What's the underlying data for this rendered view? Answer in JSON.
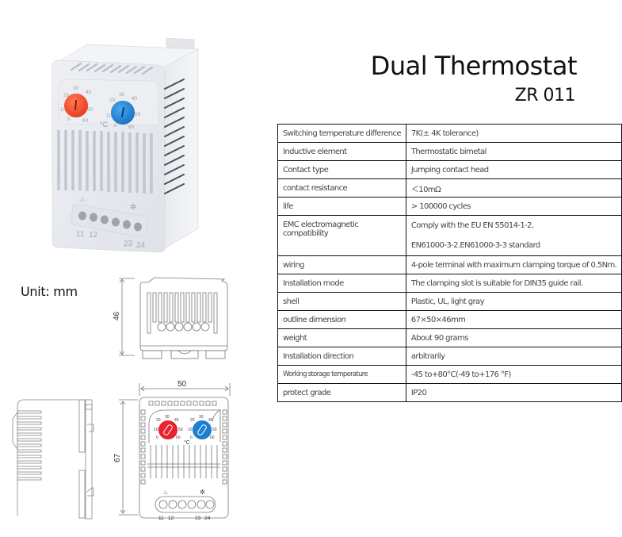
{
  "header": {
    "title": "Dual Thermostat",
    "model": "ZR 011"
  },
  "unit_label": "Unit: mm",
  "product_photo": {
    "knob_left_color": "#f04a2a",
    "knob_right_color": "#1e88d8",
    "dial_scale": [
      "0",
      "10",
      "20",
      "30",
      "40",
      "50",
      "60"
    ],
    "degree_symbol": "°C",
    "terminal_labels": [
      "11",
      "12",
      "23",
      "24"
    ]
  },
  "drawings": {
    "front_view": {
      "width_label": "50",
      "height_label": "67",
      "knob_left_color": "#e8232f",
      "knob_right_color": "#1d7fd0",
      "dial_scale": [
        "0",
        "10",
        "20",
        "30",
        "40",
        "50",
        "60"
      ],
      "degree_symbol": "°C",
      "terminal_labels": [
        "11",
        "12",
        "23",
        "24"
      ]
    },
    "bottom_view": {
      "height_label": "46"
    }
  },
  "specs": {
    "rows": [
      {
        "label": "Switching temperature difference",
        "value": "7K(± 4K tolerance)"
      },
      {
        "label": "Inductive element",
        "value": "Thermostatic bimetal"
      },
      {
        "label": "Contact type",
        "value": "Jumping contact head"
      },
      {
        "label": "contact resistance",
        "value": "＜10mΩ"
      },
      {
        "label": "life",
        "value": "> 100000 cycles"
      },
      {
        "label": "EMC electromagnetic compatibility",
        "value": "Comply with the EU EN 55014-1-2,",
        "value2": "EN61000-3-2.EN61000-3-3 standard"
      },
      {
        "label": "wiring",
        "value": "4-pole terminal with maximum clamping torque of 0.5Nm."
      },
      {
        "label": "Installation mode",
        "value": "The clamping slot is suitable for DIN35 guide rail."
      },
      {
        "label": "shell",
        "value": "Plastic, UL, light gray"
      },
      {
        "label": "outline dimension",
        "value": "67×50×46mm"
      },
      {
        "label": "weight",
        "value": "About 90 grams"
      },
      {
        "label": "Installation direction",
        "value": "arbitrarily"
      },
      {
        "label": "Working storage temperature",
        "value": "-45 to+80°C(-49 to+176 °F)"
      },
      {
        "label": "protect grade",
        "value": "IP20"
      }
    ]
  }
}
